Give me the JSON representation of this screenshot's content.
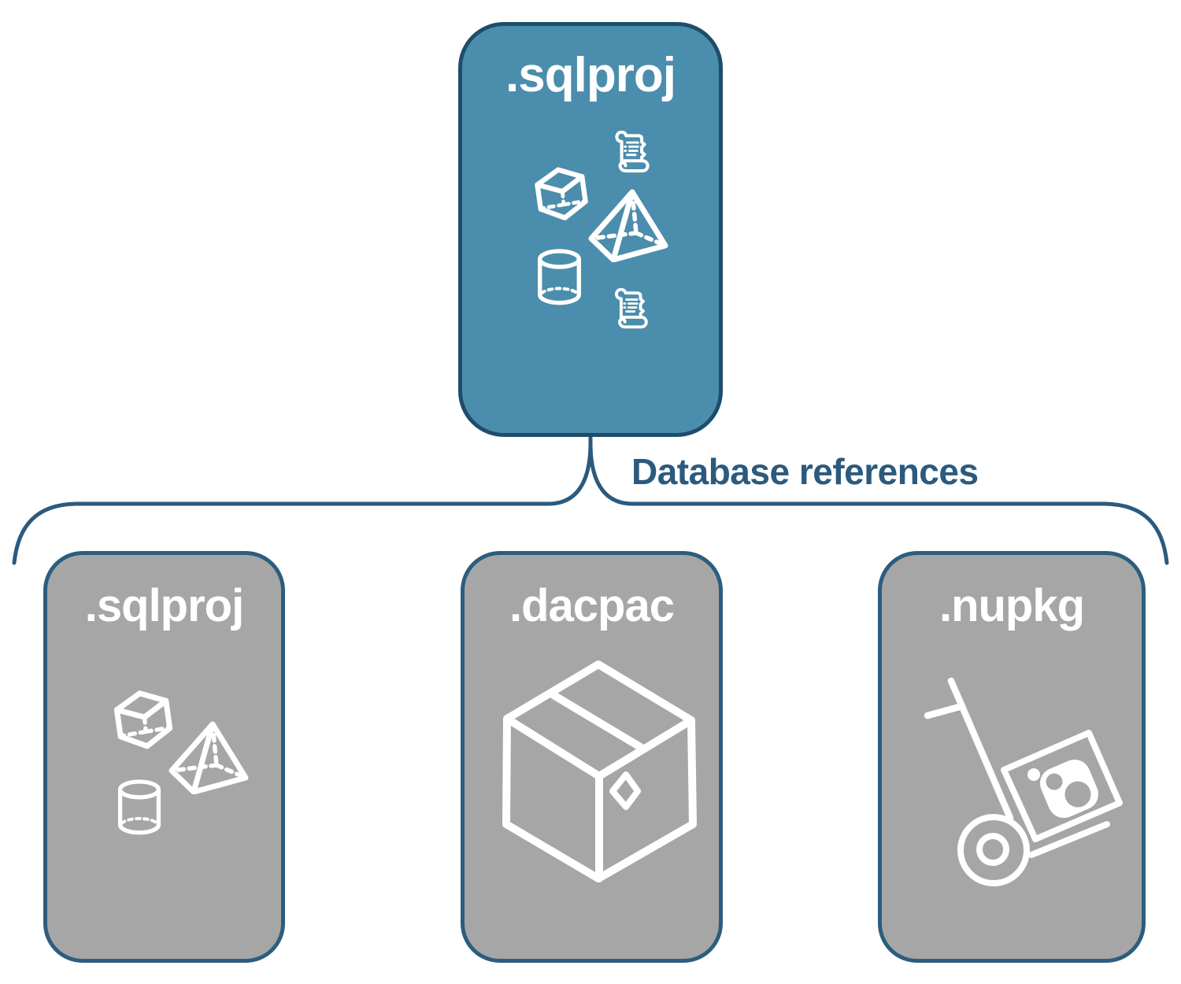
{
  "page": {
    "background_color": "#FFFFFF"
  },
  "root_node": {
    "label": ".sqlproj",
    "fill_color": "#4B8DAC",
    "border_color": "#1E4D6B",
    "text_color": "#FFFFFF",
    "icons": [
      "cube-icon",
      "scroll-icon",
      "pyramid-icon",
      "cylinder-icon",
      "scroll-icon"
    ]
  },
  "connector": {
    "label": "Database references",
    "color": "#2B5A7E",
    "shape": "curly-brace"
  },
  "child_nodes": [
    {
      "label": ".sqlproj",
      "fill_color": "#A6A6A6",
      "border_color": "#2C5D7E",
      "text_color": "#FFFFFF",
      "icons": [
        "cube-icon",
        "pyramid-icon",
        "cylinder-icon"
      ]
    },
    {
      "label": ".dacpac",
      "fill_color": "#A6A6A6",
      "border_color": "#2C5D7E",
      "text_color": "#FFFFFF",
      "icons": [
        "package-box-icon"
      ]
    },
    {
      "label": ".nupkg",
      "fill_color": "#A6A6A6",
      "border_color": "#2C5D7E",
      "text_color": "#FFFFFF",
      "icons": [
        "hand-truck-package-icon"
      ]
    }
  ]
}
